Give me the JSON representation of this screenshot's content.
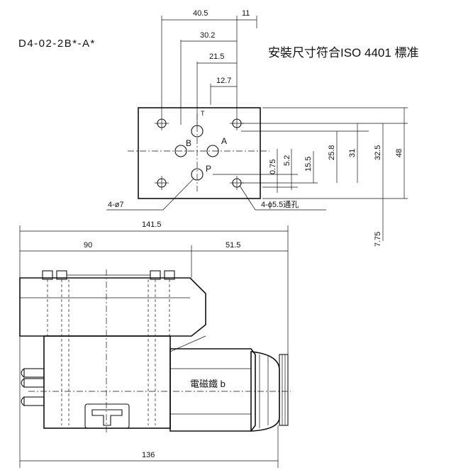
{
  "model_code": "D4-02-2B*-A*",
  "standard_note": "安裝尺寸符合ISO 4401 標准",
  "top_view": {
    "dims_horizontal": {
      "d40_5": "40.5",
      "d11": "11",
      "d30_2": "30.2",
      "d21_5": "21.5",
      "d12_7": "12.7"
    },
    "dims_vertical": {
      "d0_75": "0.75",
      "d5_2": "5.2",
      "d15_5": "15.5",
      "d25_8": "25.8",
      "d31": "31",
      "d32_5": "32.5",
      "d48": "48",
      "d7_75": "7.75"
    },
    "port_labels": {
      "t": "T",
      "b": "B",
      "a": "A",
      "p": "P"
    },
    "callout_port_holes": "4-ø7",
    "callout_mount_holes": "4-ϕ5.5通孔"
  },
  "side_view": {
    "dims": {
      "d141_5": "141.5",
      "d90": "90",
      "d51_5": "51.5",
      "d136": "136"
    },
    "solenoid_label": "電磁鐵 b"
  }
}
